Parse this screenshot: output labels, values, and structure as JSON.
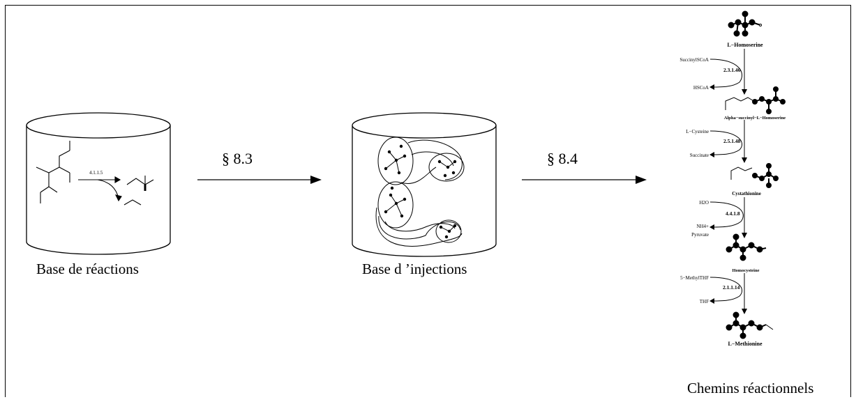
{
  "labels": {
    "reactions_base": "Base de réactions",
    "injections_base": "Base d ’injections",
    "pathways": "Chemins réactionnels",
    "step1": "§ 8.3",
    "step2": "§ 8.4",
    "reaction_ec": "4.1.1.5"
  },
  "pathway": {
    "compounds": [
      "L−Homoserine",
      "Alpha−succinyl−L−Homoserine",
      "Cystathionine",
      "Homocysteine",
      "L−Methionine"
    ],
    "steps": [
      {
        "ec": "2.3.1.46",
        "inputs": [
          "SuccinylSCoA"
        ],
        "outputs": [
          "HSCoA"
        ]
      },
      {
        "ec": "2.5.1.48",
        "inputs": [
          "L−Cysteine"
        ],
        "outputs": [
          "Succinate"
        ]
      },
      {
        "ec": "4.4.1.8",
        "inputs": [
          "H2O"
        ],
        "outputs": [
          "NH4+",
          "Pyruvate"
        ]
      },
      {
        "ec": "2.1.1.14",
        "inputs": [
          "5−MethylTHF"
        ],
        "outputs": [
          "THF"
        ]
      }
    ]
  }
}
